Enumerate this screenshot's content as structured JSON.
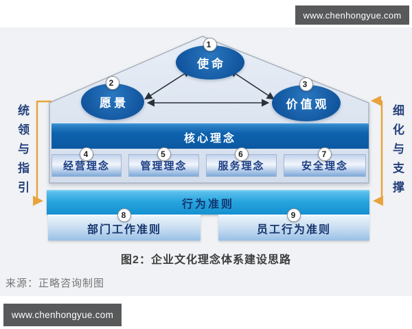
{
  "watermark_top": "www.chenhongyue.com",
  "watermark_bottom": "www.chenhongyue.com",
  "diagram": {
    "ellipses": [
      {
        "num": "1",
        "label": "使命"
      },
      {
        "num": "2",
        "label": "愿景"
      },
      {
        "num": "3",
        "label": "价值观"
      }
    ],
    "core_label": "核心理念",
    "concepts": [
      {
        "num": "4",
        "label": "经营理念"
      },
      {
        "num": "5",
        "label": "管理理念"
      },
      {
        "num": "6",
        "label": "服务理念"
      },
      {
        "num": "7",
        "label": "安全理念"
      }
    ],
    "conduct_label": "行为准则",
    "guidelines": [
      {
        "num": "8",
        "label": "部门工作准则"
      },
      {
        "num": "9",
        "label": "员工行为准则"
      }
    ],
    "left_label": "统领与指引",
    "right_label": "细化与支撑"
  },
  "caption": "图2：企业文化理念体系建设思路",
  "source": "来源：正略咨询制图",
  "colors": {
    "dark_blue": "#0e5fa9",
    "cyan_blue": "#27a4de",
    "light_box_blue": "#c3daf0",
    "navy_text": "#17366e",
    "accent_orange": "#e8a33d",
    "watermark_bg": "#58595b",
    "panel_bg": "#f0f2f5",
    "house_fill": "#dde5f0"
  }
}
